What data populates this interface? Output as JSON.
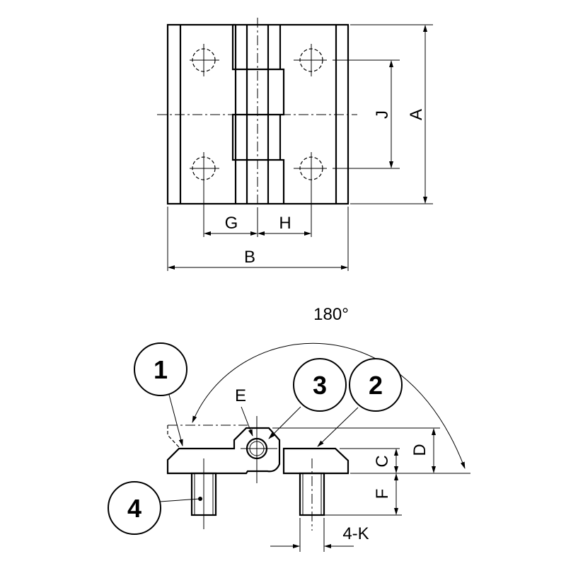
{
  "top_view": {
    "dims": {
      "A": "A",
      "B": "B",
      "G": "G",
      "H": "H",
      "J": "J"
    }
  },
  "side_view": {
    "angle_label": "180°",
    "dims": {
      "C": "C",
      "D": "D",
      "E": "E",
      "F": "F",
      "K": "4-K"
    },
    "callouts": [
      "1",
      "2",
      "3",
      "4"
    ]
  }
}
